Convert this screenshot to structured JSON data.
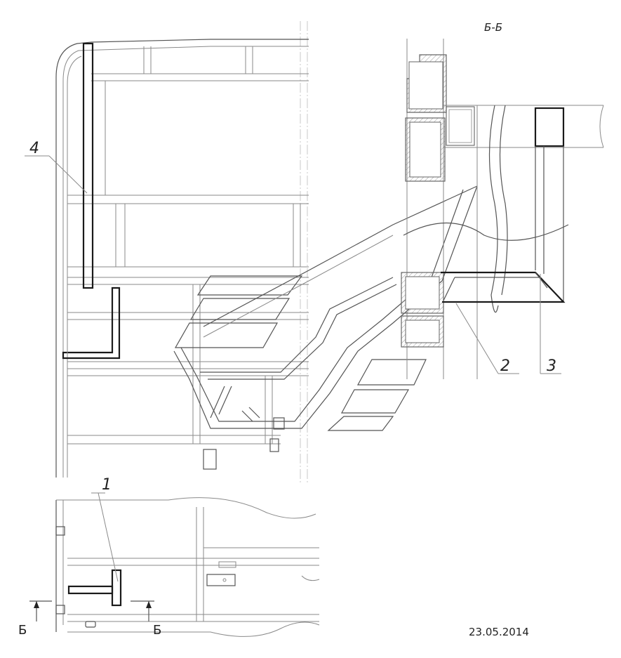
{
  "section_title": "Б-Б",
  "date": "23.05.2014",
  "callouts": {
    "part1": "1",
    "part2": "2",
    "part3": "3",
    "part4": "4"
  },
  "section_markers": {
    "left": "Б",
    "right": "Б"
  }
}
